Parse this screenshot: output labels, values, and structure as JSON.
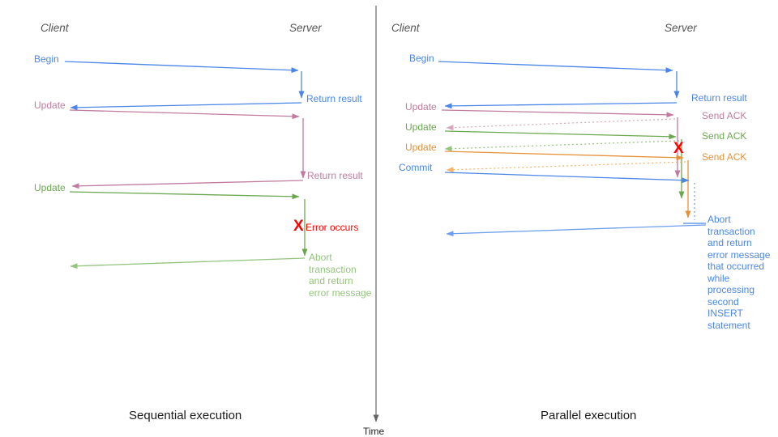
{
  "colors": {
    "blue": "#4a86e8",
    "lightblue": "#6d9eeb",
    "pink": "#c27ba0",
    "lightpink": "#d5a6bd",
    "green": "#6aa84f",
    "lightgreen": "#93c47d",
    "orange": "#e69138",
    "lightorange": "#f6b26b",
    "red": "#ff0000",
    "gray": "#666666",
    "dark": "#1a1a1a"
  },
  "timeline": {
    "time_label": "Time"
  },
  "sequential": {
    "title": "Sequential execution",
    "client_label": "Client",
    "server_label": "Server",
    "begin_label": "Begin",
    "return_result_1": "Return result",
    "update_1": "Update",
    "return_result_2": "Return result",
    "update_2": "Update",
    "error_x": "X",
    "error_label": "Error occurs",
    "abort_lines": [
      "Abort",
      "transaction",
      "and return",
      "error message"
    ]
  },
  "parallel": {
    "title": "Parallel execution",
    "client_label": "Client",
    "server_label": "Server",
    "begin_label": "Begin",
    "return_result": "Return result",
    "update_1": "Update",
    "send_ack_1": "Send ACK",
    "update_2": "Update",
    "send_ack_2": "Send ACK",
    "update_3": "Update",
    "send_ack_3": "Send ACK",
    "commit_label": "Commit",
    "error_x": "X",
    "abort_lines": [
      "Abort",
      "transaction",
      "and return",
      "error message",
      "that occurred",
      "while",
      "processing",
      "second",
      "INSERT",
      "statement"
    ]
  }
}
